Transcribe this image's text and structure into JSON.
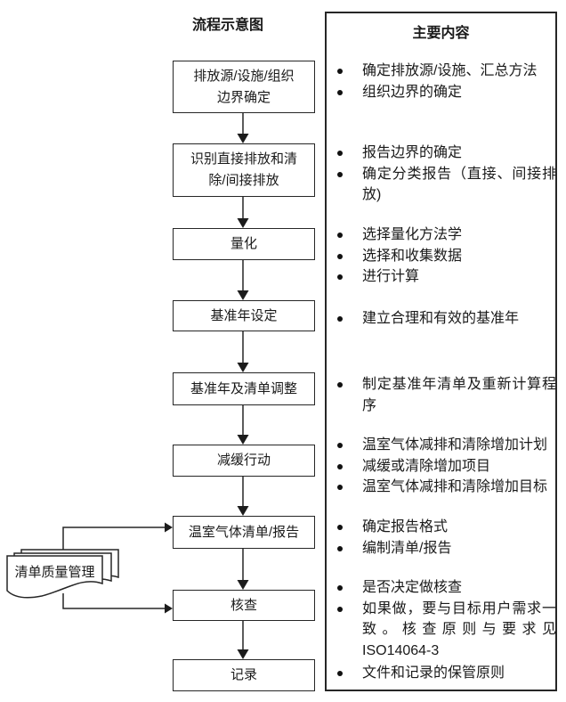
{
  "headers": {
    "left": "流程示意图",
    "right": "主要内容"
  },
  "flowchart": {
    "steps": [
      {
        "label": "排放源/设施/组织\n边界确定"
      },
      {
        "label": "识别直接排放和清\n除/间接排放"
      },
      {
        "label": "量化"
      },
      {
        "label": "基准年设定"
      },
      {
        "label": "基准年及清单调整"
      },
      {
        "label": "减缓行动"
      },
      {
        "label": "温室气体清单/报告"
      },
      {
        "label": "核查"
      },
      {
        "label": "记录"
      }
    ],
    "side_note": {
      "label": "清单质量管理"
    }
  },
  "content": {
    "groups": [
      {
        "items": [
          "确定排放源/设施、汇总方法",
          "组织边界的确定"
        ]
      },
      {
        "items": [
          "报告边界的确定",
          "确定分类报告（直接、间接排放)"
        ]
      },
      {
        "items": [
          "选择量化方法学",
          "选择和收集数据",
          "进行计算"
        ]
      },
      {
        "items": [
          "建立合理和有效的基准年"
        ]
      },
      {
        "items": [
          "制定基准年清单及重新计算程序"
        ]
      },
      {
        "items": [
          "温室气体减排和清除增加计划",
          "减缓或清除增加项目",
          "温室气体减排和清除增加目标"
        ]
      },
      {
        "items": [
          "确定报告格式",
          "编制清单/报告"
        ]
      },
      {
        "items": [
          "是否决定做核查",
          "如果做，要与目标用户需求一致。核查原则与要求见ISO14064-3"
        ]
      },
      {
        "items": [
          "文件和记录的保管原则"
        ]
      }
    ]
  },
  "colors": {
    "line": "#262626",
    "text": "#1a1a1a",
    "background": "#ffffff"
  }
}
